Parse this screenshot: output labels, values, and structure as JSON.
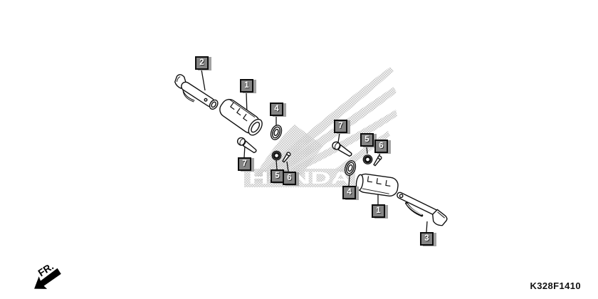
{
  "diagram": {
    "code": "K328F1410",
    "direction_label": "FR.",
    "watermark_text": "HONDA"
  },
  "labels": [
    {
      "text": "2"
    },
    {
      "text": "1"
    },
    {
      "text": "4"
    },
    {
      "text": "7"
    },
    {
      "text": "5"
    },
    {
      "text": "6"
    },
    {
      "text": "7"
    },
    {
      "text": "5"
    },
    {
      "text": "6"
    },
    {
      "text": "4"
    },
    {
      "text": "1"
    },
    {
      "text": "3"
    }
  ],
  "colors": {
    "line_art": "#111111",
    "label_box": "#848484",
    "label_box_shadow": "#a2a2a2",
    "label_number": "#ffffff",
    "halftone_dots": "#bfbfbf"
  }
}
